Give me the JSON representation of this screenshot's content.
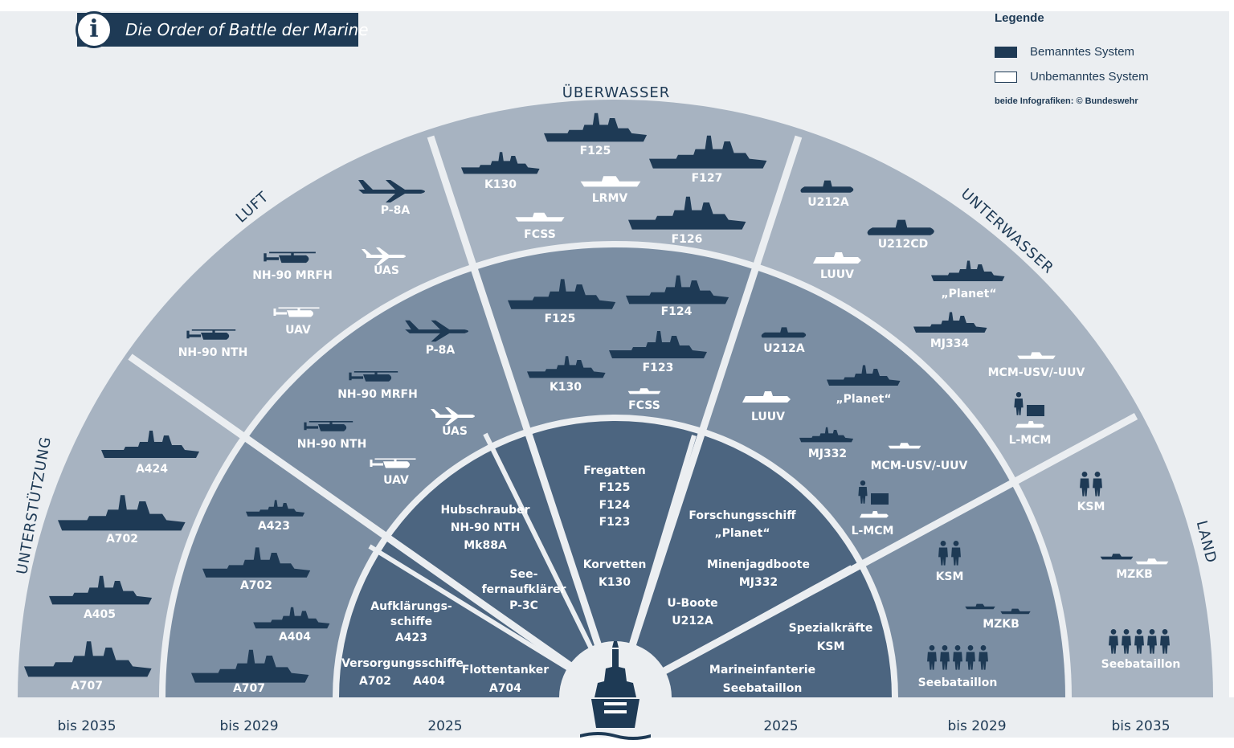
{
  "title": "Die Order of Battle der Marine",
  "title_icon": "info-icon",
  "legend": {
    "title": "Legende",
    "manned": "Bemanntes System",
    "unmanned": "Unbemanntes System",
    "credit": "beide Infografiken: © Bundeswehr"
  },
  "colors": {
    "navy": "#1e3a55",
    "core": "#4c6580",
    "mid": "#7b8ea3",
    "outer": "#a7b3c1",
    "background": "#ebeef1",
    "white": "#ffffff"
  },
  "domains": {
    "support": "UNTERSTÜTZUNG",
    "air": "LUFT",
    "surface": "ÜBERWASSER",
    "underwater": "UNTERWASSER",
    "land": "LAND"
  },
  "years": {
    "l3": "bis 2035",
    "l2": "bis 2029",
    "l1": "2025",
    "r1": "2025",
    "r2": "bis 2029",
    "r3": "bis 2035"
  },
  "core_icon": "warship-bow-icon",
  "core": {
    "versorgung": "Versorgungsschiffe",
    "a702": "A702",
    "a404": "A404",
    "aufkl1": "Aufklärungs-",
    "aufkl2": "schiffe",
    "a423": "A423",
    "flottentanker": "Flottentanker",
    "a704": "A704",
    "hubschrauber": "Hubschrauber",
    "nh90nth": "NH-90 NTH",
    "mk88a": "Mk88A",
    "see1": "See-",
    "see2": "fernaufklärer",
    "p3c": "P-3C",
    "fregatten": "Fregatten",
    "f125": "F125",
    "f124": "F124",
    "f123": "F123",
    "korvetten": "Korvetten",
    "k130": "K130",
    "forschung": "Forschungsschiff",
    "planet": "„Planet“",
    "minenjagd": "Minenjagdboote",
    "mj332": "MJ332",
    "uboote": "U-Boote",
    "u212a": "U212A",
    "spezial": "Spezialkräfte",
    "ksm": "KSM",
    "marineinf": "Marineinfanterie",
    "seebat": "Seebataillon"
  },
  "ring2": {
    "support": {
      "a423": "A423",
      "a702": "A702",
      "a404": "A404",
      "a707": "A707"
    },
    "air": {
      "p8a": "P-8A",
      "nh90mrfh": "NH-90 MRFH",
      "uas": "UAS",
      "nh90nth": "NH-90 NTH",
      "uav": "UAV"
    },
    "surface": {
      "f125": "F125",
      "f124": "F124",
      "k130": "K130",
      "f123": "F123",
      "fcss": "FCSS"
    },
    "underwater": {
      "u212a": "U212A",
      "planet": "„Planet“",
      "luuv": "LUUV",
      "mj332": "MJ332",
      "mcm": "MCM-USV/-UUV",
      "lmcm": "L-MCM"
    },
    "land": {
      "ksm": "KSM",
      "mzkb": "MZKB",
      "seebat": "Seebataillon"
    }
  },
  "ring3": {
    "support": {
      "a424": "A424",
      "a702": "A702",
      "a405": "A405",
      "a707": "A707"
    },
    "air": {
      "p8a": "P-8A",
      "nh90mrfh": "NH-90 MRFH",
      "uas": "UAS",
      "uav": "UAV",
      "nh90nth": "NH-90 NTH"
    },
    "surface": {
      "f125": "F125",
      "k130": "K130",
      "f127": "F127",
      "lrmv": "LRMV",
      "fcss": "FCSS",
      "f126": "F126"
    },
    "underwater": {
      "u212a": "U212A",
      "u212cd": "U212CD",
      "luuv": "LUUV",
      "planet": "„Planet“",
      "mj334": "MJ334",
      "mcm": "MCM-USV/-UUV",
      "lmcm": "L-MCM"
    },
    "land": {
      "ksm": "KSM",
      "mzkb": "MZKB",
      "seebat": "Seebataillon"
    }
  }
}
